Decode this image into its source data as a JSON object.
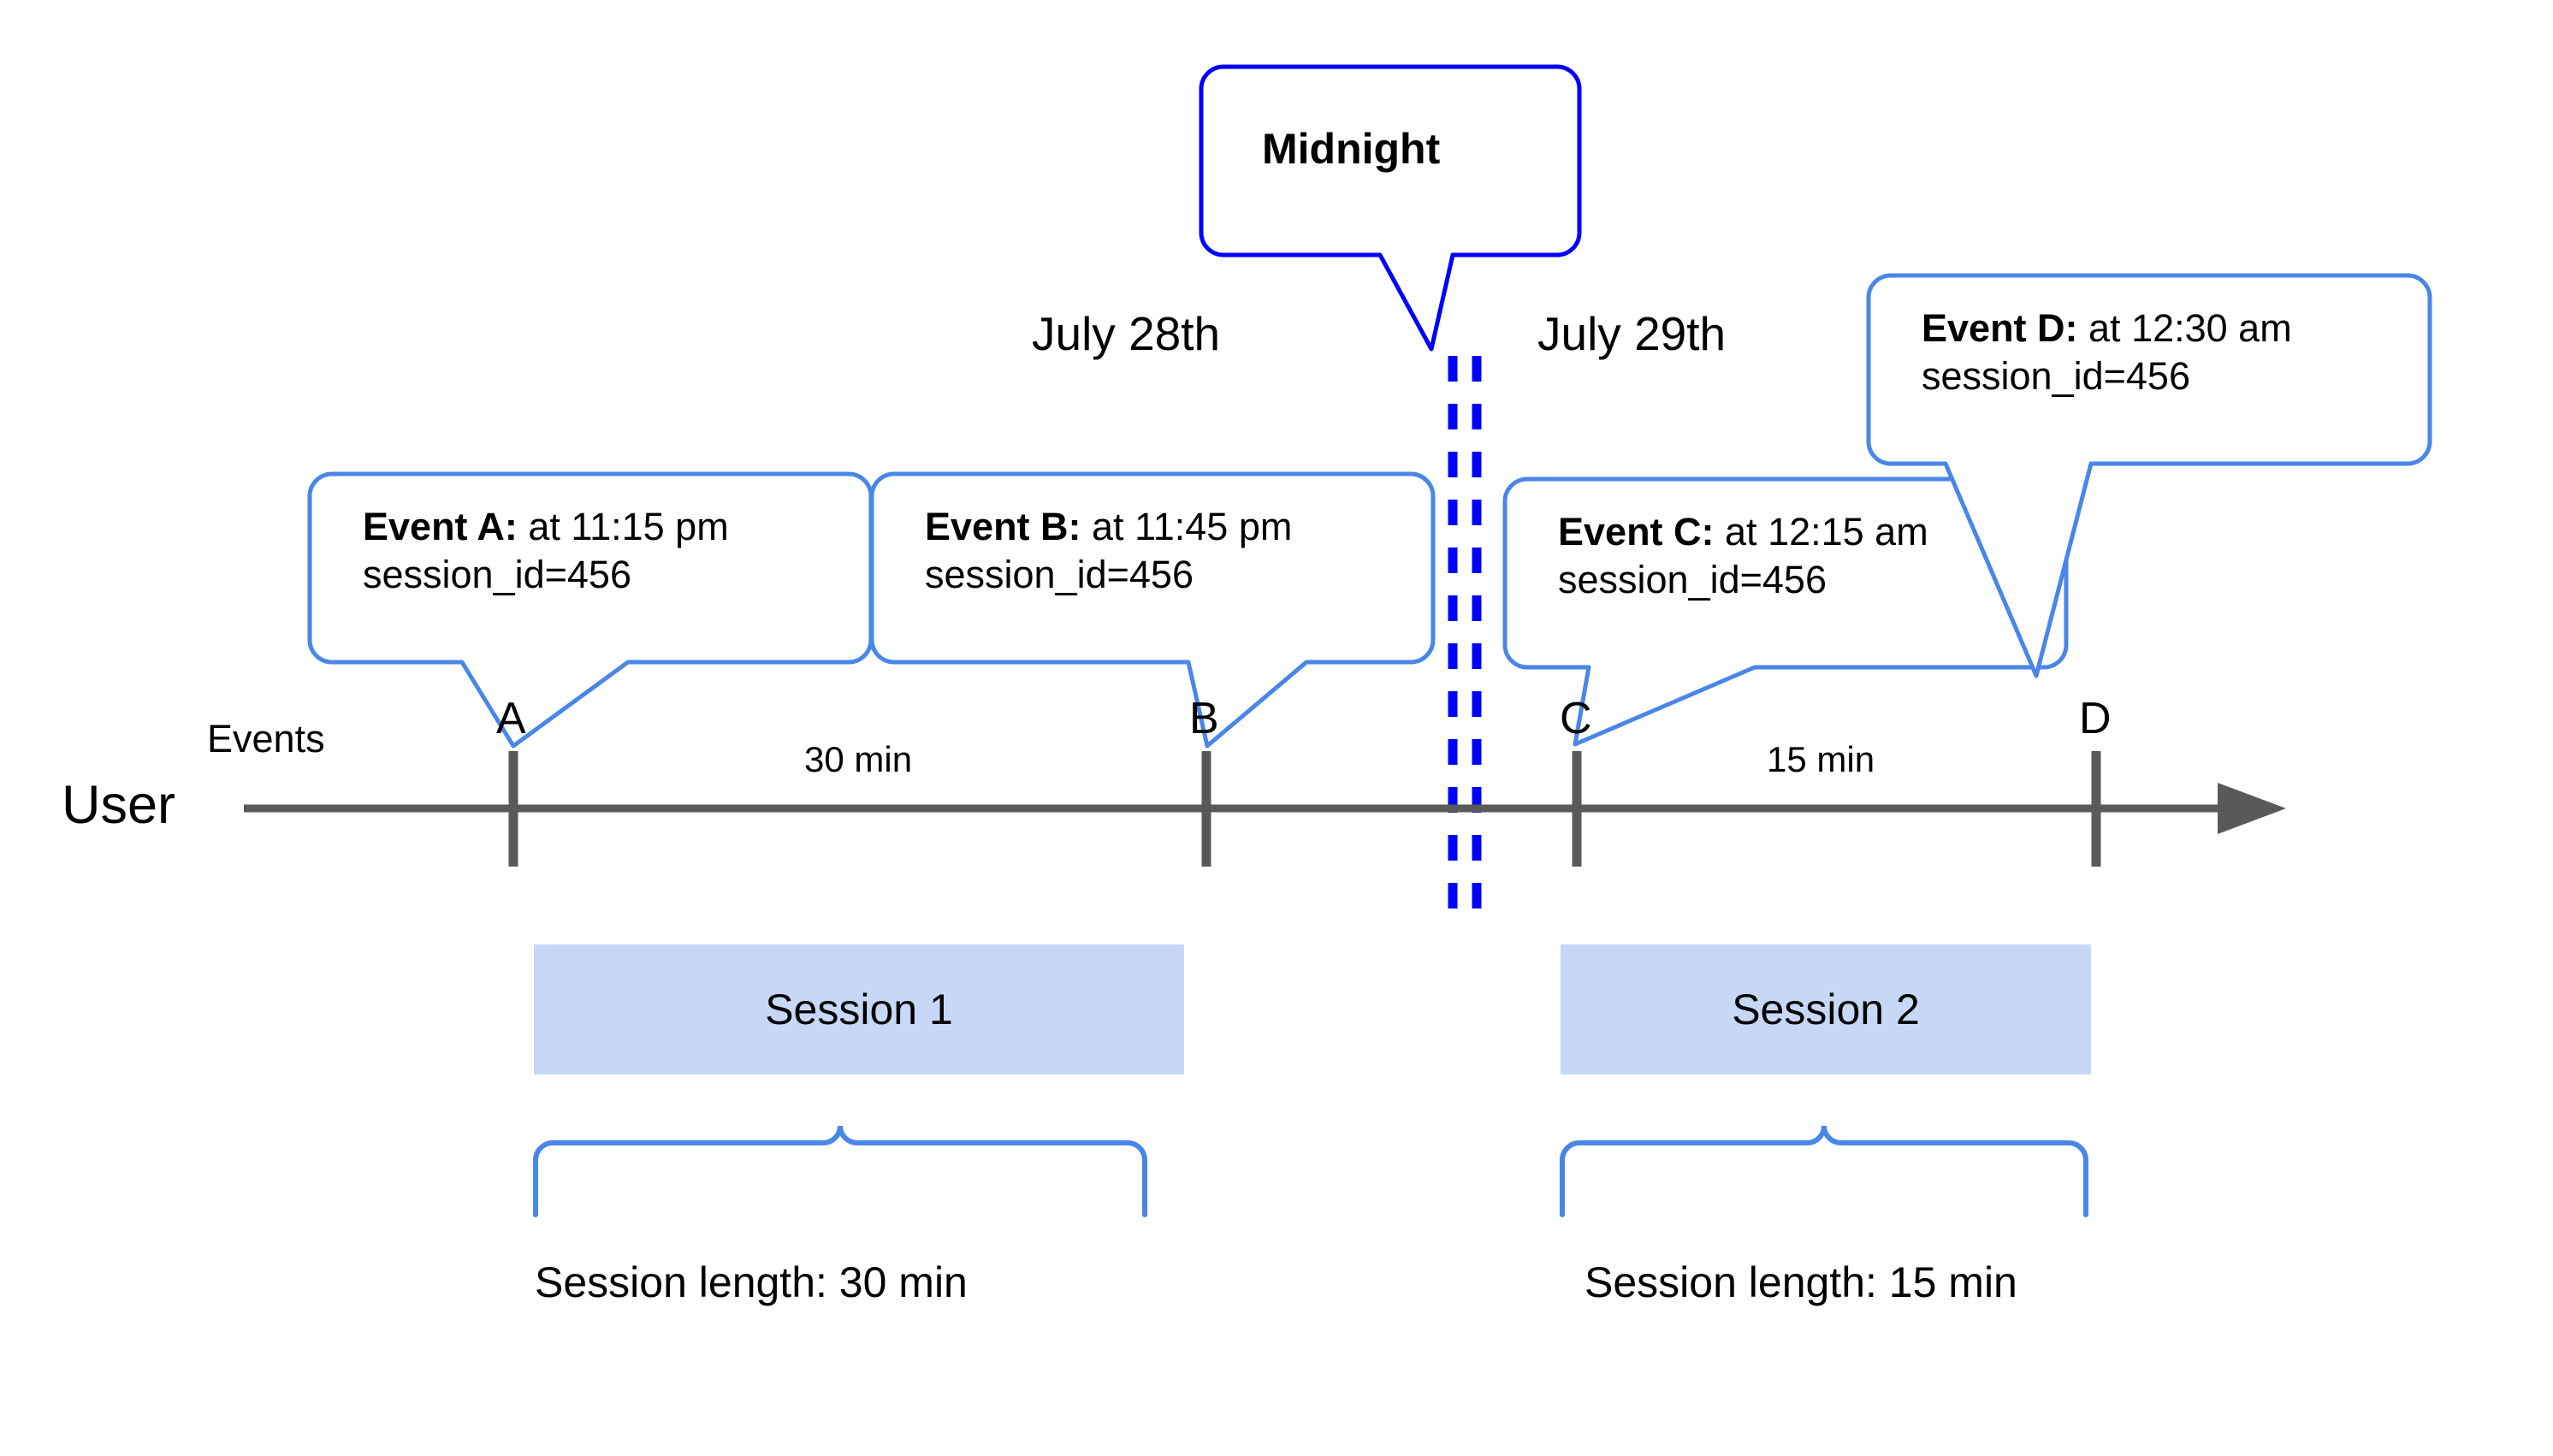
{
  "diagram": {
    "title_implicit": "User session timeline across midnight",
    "accent_blue": "#4a86e8",
    "strong_blue": "#0000ff",
    "axis_gray": "#595959",
    "session_fill": "#c7d8f7"
  },
  "lanes": {
    "user_label": "User",
    "events_label": "Events"
  },
  "dates": {
    "left": "July 28th",
    "right": "July 29th"
  },
  "midnight": {
    "label": "Midnight"
  },
  "event_markers": [
    {
      "id": "A",
      "label": "A"
    },
    {
      "id": "B",
      "label": "B"
    },
    {
      "id": "C",
      "label": "C"
    },
    {
      "id": "D",
      "label": "D"
    }
  ],
  "intervals": [
    {
      "between": "A-B",
      "label": "30 min"
    },
    {
      "between": "C-D",
      "label": "15 min"
    }
  ],
  "callouts": [
    {
      "id": "A",
      "title": "Event A:",
      "time": " at 11:15 pm",
      "detail": "session_id=456"
    },
    {
      "id": "B",
      "title": "Event B:",
      "time": " at 11:45 pm",
      "detail": "session_id=456"
    },
    {
      "id": "C",
      "title": "Event C:",
      "time": " at 12:15 am",
      "detail": "session_id=456"
    },
    {
      "id": "D",
      "title": "Event D:",
      "time": " at 12:30 am",
      "detail": "session_id=456"
    }
  ],
  "sessions": [
    {
      "id": 1,
      "label": "Session 1",
      "length_label": "Session length: 30 min"
    },
    {
      "id": 2,
      "label": "Session 2",
      "length_label": "Session length: 15 min"
    }
  ],
  "chart_data": {
    "type": "timeline",
    "title": "Sessionization across midnight",
    "axis": {
      "label": "User",
      "direction": "left-to-right",
      "arrow": true
    },
    "events": [
      {
        "marker": "A",
        "time": "11:15 pm",
        "date": "July 28th",
        "session_id": 456,
        "session": "Session 1"
      },
      {
        "marker": "B",
        "time": "11:45 pm",
        "date": "July 28th",
        "session_id": 456,
        "session": "Session 1"
      },
      {
        "marker": "C",
        "time": "12:15 am",
        "date": "July 29th",
        "session_id": 456,
        "session": "Session 2"
      },
      {
        "marker": "D",
        "time": "12:30 am",
        "date": "July 29th",
        "session_id": 456,
        "session": "Session 2"
      }
    ],
    "boundary": {
      "name": "Midnight",
      "between": [
        "July 28th",
        "July 29th"
      ]
    },
    "gaps": [
      {
        "from": "A",
        "to": "B",
        "duration_min": 30,
        "label": "30 min"
      },
      {
        "from": "C",
        "to": "D",
        "duration_min": 15,
        "label": "15 min"
      }
    ],
    "sessions": [
      {
        "name": "Session 1",
        "events": [
          "A",
          "B"
        ],
        "length_min": 30,
        "length_label": "Session length: 30 min"
      },
      {
        "name": "Session 2",
        "events": [
          "C",
          "D"
        ],
        "length_min": 15,
        "length_label": "Session length: 15 min"
      }
    ]
  }
}
